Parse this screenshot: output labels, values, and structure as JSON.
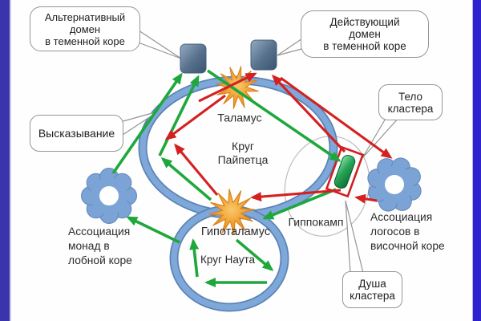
{
  "bubbles": {
    "alt_domain": {
      "label": "Альтернативный\nдомен\nв теменной коре"
    },
    "acting_domain": {
      "label": "Действующий\nдомен\nв теменной коре"
    },
    "cluster_body": {
      "label": "Тело\nкластера"
    },
    "statement": {
      "label": "Высказывание"
    },
    "cluster_soul": {
      "label": "Душа\nкластера"
    }
  },
  "labels": {
    "thalamus": "Таламус",
    "papez_circle": "Круг\nПайпетца",
    "hypothalamus": "Гипоталамус",
    "nauta_circle": "Круг Наута",
    "hippocampus": "Гиппокамп",
    "monad_association": "Ассоциация\nмонад в\nлобной коре",
    "logos_association": "Ассоциация\nлогосов в\nвисочной коре"
  },
  "colors": {
    "green_arrow": "#1ea83c",
    "red_arrow": "#d42020",
    "ring_blue": "#7fa8da",
    "ring_blue_dark": "#5c83b4",
    "flower_blue": "#7ba3d5",
    "star_orange": "#ef9426",
    "cylinder_slate": "#566f8a",
    "capsule_green": "#27a457",
    "frame_left": "#3a35ad",
    "frame_right": "#2e22cf"
  }
}
